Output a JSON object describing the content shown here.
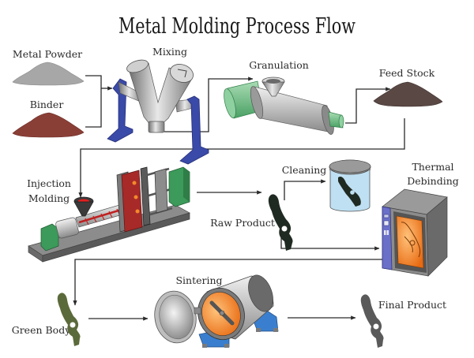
{
  "title": "Metal Molding Process Flow",
  "colors": {
    "connector": "#2a2a2a",
    "metal_powder": "#a7a7a7",
    "binder": "#8a3f36",
    "feed_stock": "#5a4844",
    "raw_product": "#1f2a22",
    "green_body": "#5b6a3a",
    "final_product": "#5a5a5a",
    "stand_blue": "#3a4aa8",
    "machine_green": "#3c9a5a",
    "mold_red": "#a72a28",
    "oven_orange": "#f28a2a",
    "cleaning_liquid": "#bfe0f2",
    "sinter_stand": "#3a7fcf"
  },
  "nodes": {
    "metal_powder": {
      "label": "Metal Powder",
      "icon": "powder-pile-icon"
    },
    "binder": {
      "label": "Binder",
      "icon": "powder-pile-icon"
    },
    "mixing": {
      "label": "Mixing",
      "icon": "y-mixer-icon"
    },
    "granulation": {
      "label": "Granulation",
      "icon": "granulator-icon"
    },
    "feed_stock": {
      "label": "Feed Stock",
      "icon": "powder-pile-icon"
    },
    "injection_molding": {
      "label_lines": [
        "Injection",
        "Molding"
      ],
      "icon": "injection-machine-icon"
    },
    "raw_product": {
      "label": "Raw Product",
      "icon": "part-icon"
    },
    "cleaning": {
      "label": "Cleaning",
      "icon": "cleaning-tank-icon"
    },
    "thermal_debinding": {
      "label_lines": [
        "Thermal",
        "Debinding"
      ],
      "icon": "oven-icon"
    },
    "green_body": {
      "label": "Green Body",
      "icon": "part-icon"
    },
    "sintering": {
      "label": "Sintering",
      "icon": "sintering-furnace-icon"
    },
    "final_product": {
      "label": "Final Product",
      "icon": "part-icon"
    }
  },
  "edges": [
    {
      "from": "metal_powder",
      "to": "mixing"
    },
    {
      "from": "binder",
      "to": "mixing"
    },
    {
      "from": "mixing",
      "to": "granulation"
    },
    {
      "from": "granulation",
      "to": "feed_stock"
    },
    {
      "from": "feed_stock",
      "to": "injection_molding"
    },
    {
      "from": "injection_molding",
      "to": "raw_product"
    },
    {
      "from": "raw_product",
      "to": "cleaning"
    },
    {
      "from": "raw_product",
      "to": "thermal_debinding"
    },
    {
      "from": "thermal_debinding",
      "to": "green_body"
    },
    {
      "from": "green_body",
      "to": "sintering"
    },
    {
      "from": "sintering",
      "to": "final_product"
    }
  ]
}
